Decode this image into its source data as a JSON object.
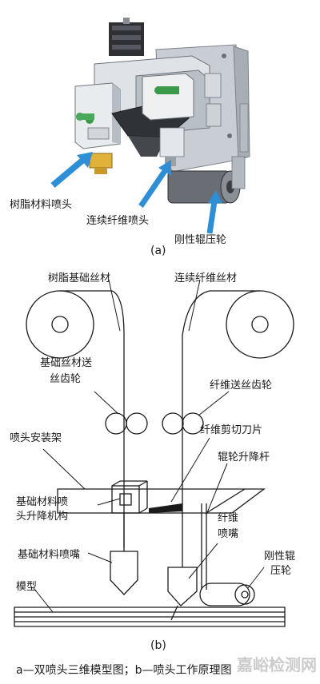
{
  "figure_a": {
    "labels": {
      "resin_nozzle": "树脂材料喷头",
      "fiber_nozzle": "连续纤维喷头",
      "rigid_roller": "刚性辊压轮"
    },
    "caption": "(a)"
  },
  "figure_b": {
    "labels": {
      "resin_filament": "树脂基础丝材",
      "fiber_filament": "连续纤维丝材",
      "base_feed_gear_1": "基础丝材送",
      "base_feed_gear_2": "丝齿轮",
      "fiber_feed_gear": "纤维送丝齿轮",
      "nozzle_mount": "喷头安装架",
      "fiber_cutter": "纤维剪切刀片",
      "roller_lift_rod": "辊轮升降杆",
      "base_lift_1": "基础材料喷",
      "base_lift_2": "头升降机构",
      "fiber_nozzle_1": "纤维",
      "fiber_nozzle_2": "喷嘴",
      "base_nozzle": "基础材料喷嘴",
      "rigid_roller_1": "刚性辊",
      "rigid_roller_2": "压轮",
      "model": "模型"
    },
    "caption": "(b)"
  },
  "footer_caption": "a—双喷头三维模型图；b—喷头工作原理图",
  "watermark": "嘉峪检测网",
  "colors": {
    "arrow_blue": "#2f8fd6",
    "line": "#1a1a1a",
    "metal_light": "#d9dde2",
    "metal_dark": "#3a3d42",
    "nozzle_gold": "#e0b23a",
    "fitting_green": "#3a9a4a"
  }
}
